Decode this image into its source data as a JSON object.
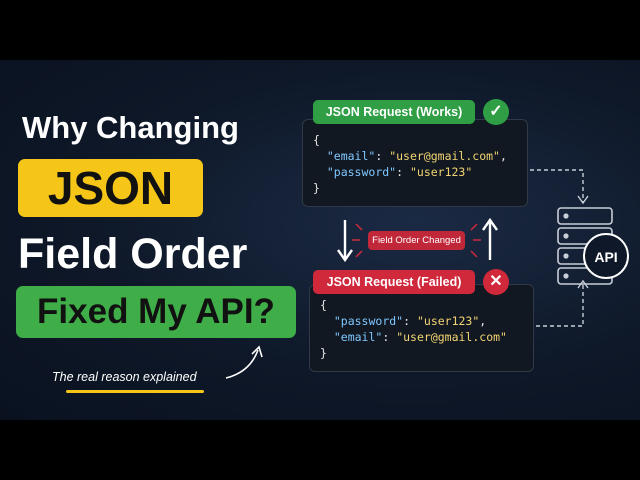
{
  "headline": {
    "line1": "Why Changing",
    "line2": "JSON",
    "line3": "Field Order",
    "line4": "Fixed My API?",
    "highlight_colors": {
      "line2_bg": "#f5c518",
      "line4_bg": "#3fae49"
    }
  },
  "tagline": "The real reason explained",
  "request_ok": {
    "label": "JSON Request (Works)",
    "status_icon": "check-icon",
    "lines": [
      "{",
      "\"email\"",
      ": ",
      "\"user@gmail.com\"",
      ",",
      "\"password\"",
      ": ",
      "\"user123\"",
      "}"
    ]
  },
  "request_ok_code": {
    "open": "{",
    "k1": "\"email\"",
    "v1": "\"user@gmail.com\"",
    "k2": "\"password\"",
    "v2": "\"user123\"",
    "close": "}"
  },
  "request_failed": {
    "label": "JSON Request (Failed)",
    "status_icon": "x-icon"
  },
  "request_failed_code": {
    "open": "{",
    "k1": "\"password\"",
    "v1": "\"user123\"",
    "k2": "\"email\"",
    "v2": "\"user@gmail.com\"",
    "close": "}"
  },
  "change_label": "Field Order Changed",
  "server": {
    "label": "API",
    "icon": "server-stack-icon"
  },
  "colors": {
    "success": "#2f9e44",
    "error": "#d0293c",
    "accent": "#f5c518"
  }
}
